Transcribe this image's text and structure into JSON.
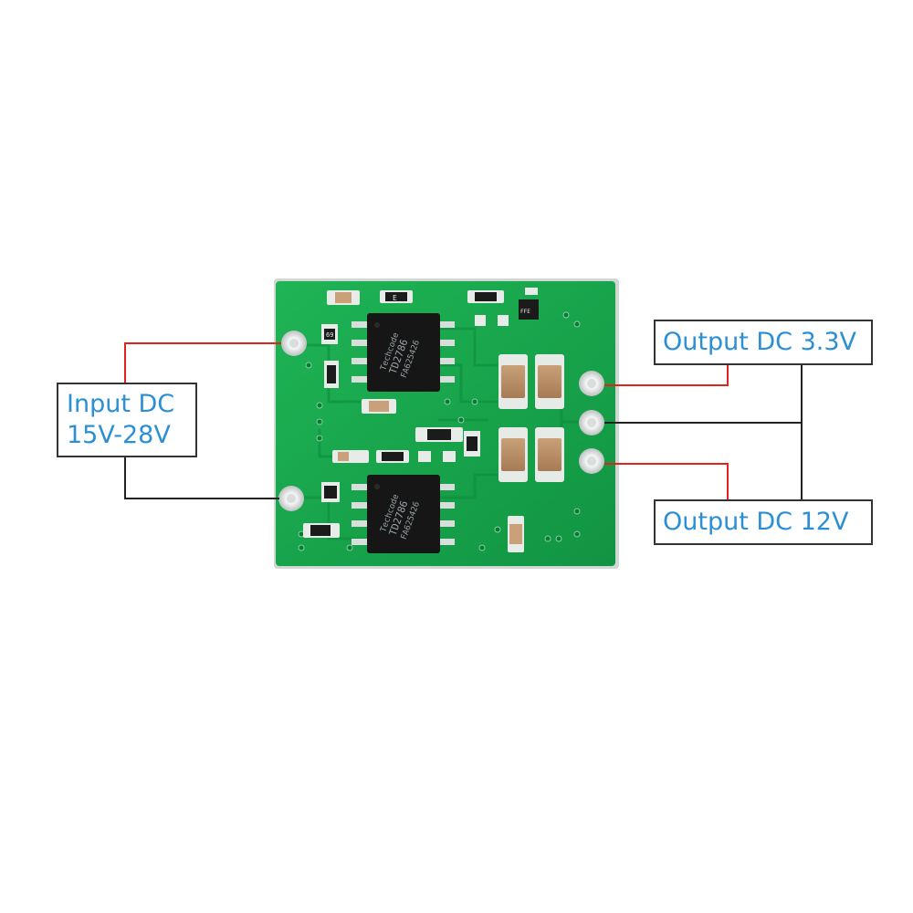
{
  "labels": {
    "input": {
      "line1": "Input DC",
      "line2": "15V-28V"
    },
    "output_3v3": "Output DC 3.3V",
    "output_12v": "Output DC 12V"
  },
  "board": {
    "chips": [
      {
        "brand": "Techcode",
        "part": "TD2786",
        "lot": "FA625426"
      },
      {
        "brand": "Techcode",
        "part": "TD2786",
        "lot": "FA625426"
      }
    ],
    "component_codes": [
      "69",
      "E",
      "FFE"
    ]
  },
  "colors": {
    "pcb": "#16a44d",
    "label_text": "#2b8fd6",
    "wire_red": "#e2231a",
    "wire_black": "#222222"
  }
}
